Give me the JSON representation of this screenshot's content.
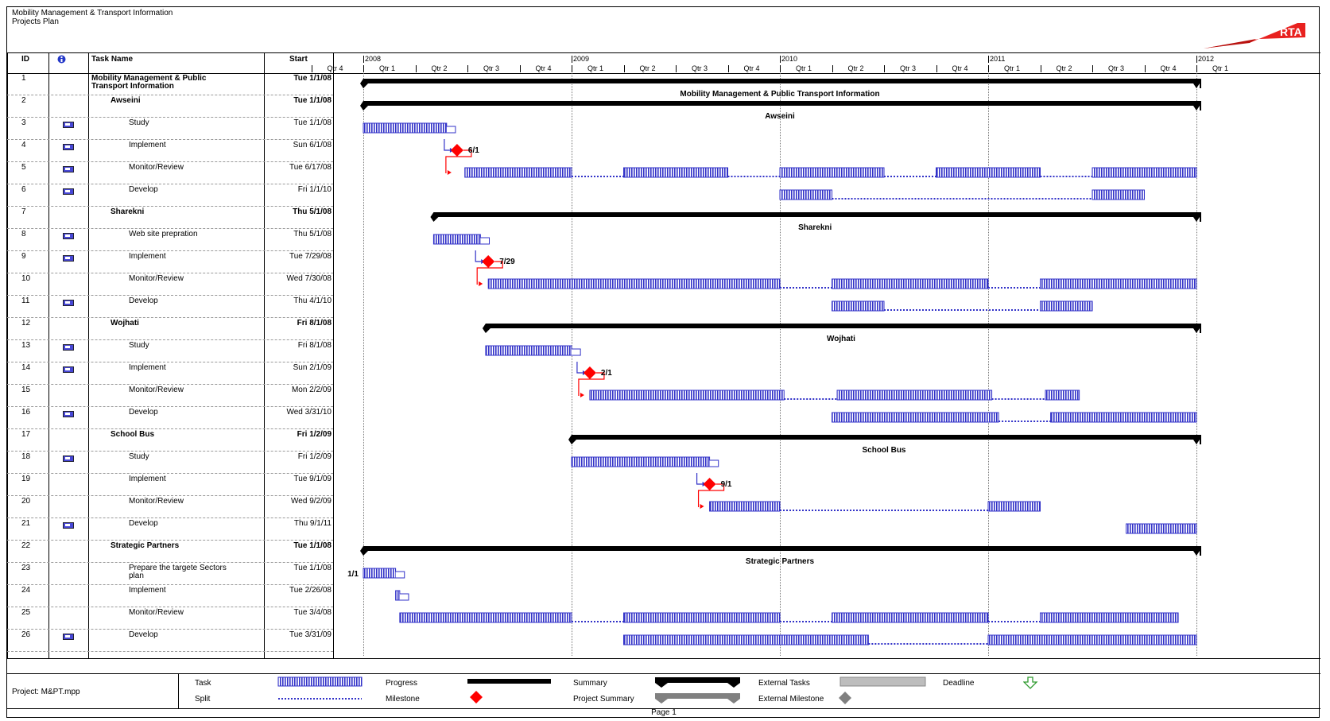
{
  "header": {
    "line1": "Mobility Management & Transport Information",
    "line2": "Projects Plan",
    "logo_text": "RTA"
  },
  "columns": {
    "id": "ID",
    "name": "Task Name",
    "start": "Start"
  },
  "timescale": {
    "years": [
      "2008",
      "2009",
      "2010",
      "2011",
      "2012"
    ],
    "quarters": [
      "Qtr 4",
      "Qtr 1",
      "Qtr 2",
      "Qtr 3",
      "Qtr 4",
      "Qtr 1",
      "Qtr 2",
      "Qtr 3",
      "Qtr 4",
      "Qtr 1",
      "Qtr 2",
      "Qtr 3",
      "Qtr 4",
      "Qtr 1",
      "Qtr 2",
      "Qtr 3",
      "Qtr 4",
      "Qtr 1"
    ]
  },
  "tasks": [
    {
      "id": "1",
      "name": "Mobility Management & Public",
      "name2": "Transport Information",
      "start": "Tue 1/1/08",
      "level": 0,
      "summary": true,
      "info": false,
      "bars": [
        {
          "kind": "summary",
          "s": 0.0,
          "e": 16.0,
          "label": "Mobility Management & Public Transport Information"
        }
      ]
    },
    {
      "id": "2",
      "name": "Awseini",
      "start": "Tue 1/1/08",
      "level": 1,
      "summary": true,
      "info": false,
      "bars": [
        {
          "kind": "summary",
          "s": 0.0,
          "e": 16.0,
          "label": "Awseini"
        }
      ]
    },
    {
      "id": "3",
      "name": "Study",
      "start": "Tue 1/1/08",
      "level": 2,
      "info": true,
      "bars": [
        {
          "kind": "task",
          "s": 0.0,
          "e": 1.6,
          "tail": 0.17
        }
      ]
    },
    {
      "id": "4",
      "name": "Implement",
      "start": "Sun 6/1/08",
      "level": 2,
      "info": true,
      "bars": [
        {
          "kind": "milestone",
          "s": 1.8,
          "label": "6/1"
        }
      ]
    },
    {
      "id": "5",
      "name": "Monitor/Review",
      "start": "Tue 6/17/08",
      "level": 2,
      "info": true,
      "bars": [
        {
          "kind": "task",
          "s": 1.95,
          "e": 4.0
        },
        {
          "kind": "split",
          "s": 4.0,
          "e": 5.0
        },
        {
          "kind": "task",
          "s": 5.0,
          "e": 7.0
        },
        {
          "kind": "split",
          "s": 7.0,
          "e": 8.0
        },
        {
          "kind": "task",
          "s": 8.0,
          "e": 10.0
        },
        {
          "kind": "split",
          "s": 10.0,
          "e": 11.0
        },
        {
          "kind": "task",
          "s": 11.0,
          "e": 13.0
        },
        {
          "kind": "split",
          "s": 13.0,
          "e": 14.0
        },
        {
          "kind": "task",
          "s": 14.0,
          "e": 16.0
        }
      ]
    },
    {
      "id": "6",
      "name": "Develop",
      "start": "Fri 1/1/10",
      "level": 2,
      "info": true,
      "bars": [
        {
          "kind": "task",
          "s": 8.0,
          "e": 9.0
        },
        {
          "kind": "split",
          "s": 9.0,
          "e": 14.0
        },
        {
          "kind": "task",
          "s": 14.0,
          "e": 15.0
        }
      ]
    },
    {
      "id": "7",
      "name": "Sharekni",
      "start": "Thu 5/1/08",
      "level": 1,
      "summary": true,
      "info": false,
      "bars": [
        {
          "kind": "summary",
          "s": 1.35,
          "e": 16.0,
          "label": "Sharekni"
        }
      ]
    },
    {
      "id": "8",
      "name": "Web site prepration",
      "start": "Thu 5/1/08",
      "level": 2,
      "info": true,
      "bars": [
        {
          "kind": "task",
          "s": 1.35,
          "e": 2.25,
          "tail": 0.17
        }
      ]
    },
    {
      "id": "9",
      "name": "Implement",
      "start": "Tue 7/29/08",
      "level": 2,
      "info": true,
      "bars": [
        {
          "kind": "milestone",
          "s": 2.4,
          "label": "7/29"
        }
      ]
    },
    {
      "id": "10",
      "name": "Monitor/Review",
      "start": "Wed 7/30/08",
      "level": 2,
      "info": false,
      "bars": [
        {
          "kind": "task",
          "s": 2.4,
          "e": 8.0
        },
        {
          "kind": "split",
          "s": 8.0,
          "e": 9.0
        },
        {
          "kind": "task",
          "s": 9.0,
          "e": 12.0
        },
        {
          "kind": "split",
          "s": 12.0,
          "e": 13.0
        },
        {
          "kind": "task",
          "s": 13.0,
          "e": 16.0
        }
      ]
    },
    {
      "id": "11",
      "name": "Develop",
      "start": "Thu 4/1/10",
      "level": 2,
      "info": true,
      "bars": [
        {
          "kind": "task",
          "s": 9.0,
          "e": 10.0
        },
        {
          "kind": "split",
          "s": 10.0,
          "e": 13.0
        },
        {
          "kind": "task",
          "s": 13.0,
          "e": 14.0
        }
      ]
    },
    {
      "id": "12",
      "name": "Wojhati",
      "start": "Fri 8/1/08",
      "level": 1,
      "summary": true,
      "info": false,
      "bars": [
        {
          "kind": "summary",
          "s": 2.35,
          "e": 16.0,
          "label": "Wojhati"
        }
      ]
    },
    {
      "id": "13",
      "name": "Study",
      "start": "Fri 8/1/08",
      "level": 2,
      "info": true,
      "bars": [
        {
          "kind": "task",
          "s": 2.35,
          "e": 4.0,
          "tail": 0.17
        }
      ]
    },
    {
      "id": "14",
      "name": "Implement",
      "start": "Sun 2/1/09",
      "level": 2,
      "info": true,
      "bars": [
        {
          "kind": "milestone",
          "s": 4.35,
          "label": "2/1"
        }
      ]
    },
    {
      "id": "15",
      "name": "Monitor/Review",
      "start": "Mon 2/2/09",
      "level": 2,
      "info": false,
      "bars": [
        {
          "kind": "task",
          "s": 4.35,
          "e": 8.08
        },
        {
          "kind": "split",
          "s": 8.08,
          "e": 9.1
        },
        {
          "kind": "task",
          "s": 9.1,
          "e": 12.07
        },
        {
          "kind": "split",
          "s": 12.07,
          "e": 13.1
        },
        {
          "kind": "task",
          "s": 13.1,
          "e": 13.75
        }
      ]
    },
    {
      "id": "16",
      "name": "Develop",
      "start": "Wed 3/31/10",
      "level": 2,
      "info": true,
      "bars": [
        {
          "kind": "task",
          "s": 9.0,
          "e": 12.2
        },
        {
          "kind": "split",
          "s": 12.2,
          "e": 13.2
        },
        {
          "kind": "task",
          "s": 13.2,
          "e": 16.0
        }
      ]
    },
    {
      "id": "17",
      "name": "School Bus",
      "start": "Fri 1/2/09",
      "level": 1,
      "summary": true,
      "info": false,
      "bars": [
        {
          "kind": "summary",
          "s": 4.0,
          "e": 16.0,
          "label": "School Bus"
        }
      ]
    },
    {
      "id": "18",
      "name": "Study",
      "start": "Fri 1/2/09",
      "level": 2,
      "info": true,
      "bars": [
        {
          "kind": "task",
          "s": 4.0,
          "e": 6.65,
          "tail": 0.17
        }
      ]
    },
    {
      "id": "19",
      "name": "Implement",
      "start": "Tue 9/1/09",
      "level": 2,
      "info": false,
      "bars": [
        {
          "kind": "milestone",
          "s": 6.65,
          "label": "9/1"
        }
      ]
    },
    {
      "id": "20",
      "name": "Monitor/Review",
      "start": "Wed 9/2/09",
      "level": 2,
      "info": false,
      "bars": [
        {
          "kind": "task",
          "s": 6.65,
          "e": 8.0
        },
        {
          "kind": "split",
          "s": 8.0,
          "e": 12.0
        },
        {
          "kind": "task",
          "s": 12.0,
          "e": 13.0
        }
      ]
    },
    {
      "id": "21",
      "name": "Develop",
      "start": "Thu 9/1/11",
      "level": 2,
      "info": true,
      "bars": [
        {
          "kind": "task",
          "s": 14.65,
          "e": 16.0
        }
      ]
    },
    {
      "id": "22",
      "name": "Strategic Partners",
      "start": "Tue 1/1/08",
      "level": 1,
      "summary": true,
      "info": false,
      "bars": [
        {
          "kind": "summary",
          "s": 0.0,
          "e": 16.0,
          "label": "Strategic Partners"
        }
      ]
    },
    {
      "id": "23",
      "name": "Prepare the targete Sectors",
      "name2": "plan",
      "start": "Tue 1/1/08",
      "level": 2,
      "info": false,
      "bars": [
        {
          "kind": "task",
          "s": 0.0,
          "e": 0.62,
          "tail": 0.17,
          "left_label": "1/1"
        }
      ]
    },
    {
      "id": "24",
      "name": "Implement",
      "start": "Tue 2/26/08",
      "level": 2,
      "info": false,
      "bars": [
        {
          "kind": "task",
          "s": 0.62,
          "e": 0.7,
          "tail": 0.17
        }
      ]
    },
    {
      "id": "25",
      "name": "Monitor/Review",
      "start": "Tue 3/4/08",
      "level": 2,
      "info": false,
      "bars": [
        {
          "kind": "task",
          "s": 0.7,
          "e": 4.0
        },
        {
          "kind": "split",
          "s": 4.0,
          "e": 5.0
        },
        {
          "kind": "task",
          "s": 5.0,
          "e": 8.0
        },
        {
          "kind": "split",
          "s": 8.0,
          "e": 9.0
        },
        {
          "kind": "task",
          "s": 9.0,
          "e": 12.0
        },
        {
          "kind": "split",
          "s": 12.0,
          "e": 13.0
        },
        {
          "kind": "task",
          "s": 13.0,
          "e": 15.65
        }
      ]
    },
    {
      "id": "26",
      "name": "Develop",
      "start": "Tue 3/31/09",
      "level": 2,
      "info": true,
      "bars": [
        {
          "kind": "task",
          "s": 5.0,
          "e": 9.7
        },
        {
          "kind": "split",
          "s": 9.7,
          "e": 12.0
        },
        {
          "kind": "task",
          "s": 12.0,
          "e": 16.0
        }
      ]
    }
  ],
  "legend": {
    "project": "Project: M&PT.mpp",
    "task": "Task",
    "split": "Split",
    "progress": "Progress",
    "milestone": "Milestone",
    "summary": "Summary",
    "project_summary": "Project Summary",
    "external_tasks": "External Tasks",
    "external_milestone": "External Milestone",
    "deadline": "Deadline"
  },
  "footer": {
    "page": "Page 1"
  },
  "colors": {
    "task_fill": "#3232c8",
    "milestone": "#ff0000",
    "summary": "#000000",
    "external": "#bdbdbd",
    "deadline": "#2e9a2e",
    "logo": "#e8211f"
  }
}
